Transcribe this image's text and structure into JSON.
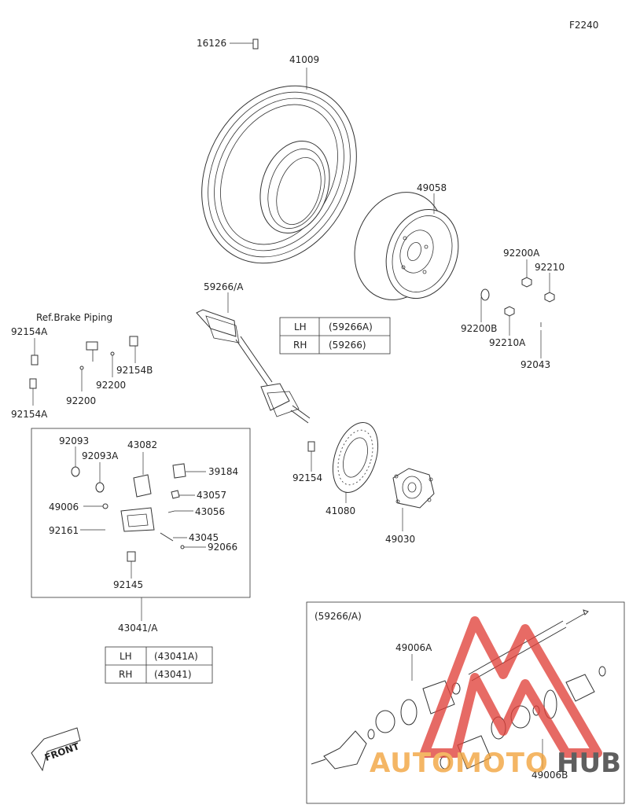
{
  "fig_code": "F2240",
  "ref_note": "Ref.Brake Piping",
  "parts": {
    "p16126": "16126",
    "p41009": "41009",
    "p49058": "49058",
    "p59266a": "59266/A",
    "p92200a": "92200A",
    "p92210": "92210",
    "p92200b": "92200B",
    "p92210a": "92210A",
    "p92043": "92043",
    "p92154a_top": "92154A",
    "p92154a_bottom": "92154A",
    "p92200_1": "92200",
    "p92200_2": "92200",
    "p92154b": "92154B",
    "p92093": "92093",
    "p92093a": "92093A",
    "p43082": "43082",
    "p39184": "39184",
    "p43057": "43057",
    "p49006": "49006",
    "p43056": "43056",
    "p92161": "92161",
    "p43045": "43045",
    "p92066": "92066",
    "p92145": "92145",
    "p43041a": "43041/A",
    "p92154": "92154",
    "p41080": "41080",
    "p49030": "49030",
    "p59266a_box": "(59266/A)",
    "p49006a": "49006A",
    "p49006b": "49006B"
  },
  "table_axle": {
    "rows": [
      {
        "side": "LH",
        "part": "(59266A)"
      },
      {
        "side": "RH",
        "part": "(59266)"
      }
    ]
  },
  "table_caliper": {
    "rows": [
      {
        "side": "LH",
        "part": "(43041A)"
      },
      {
        "side": "RH",
        "part": "(43041)"
      }
    ]
  },
  "front_label": "FRONT",
  "watermark": {
    "text_a": "AUTOMOTO",
    "text_b": "HUB",
    "color_red": "#e0413a",
    "color_orange": "#f2a23a"
  }
}
